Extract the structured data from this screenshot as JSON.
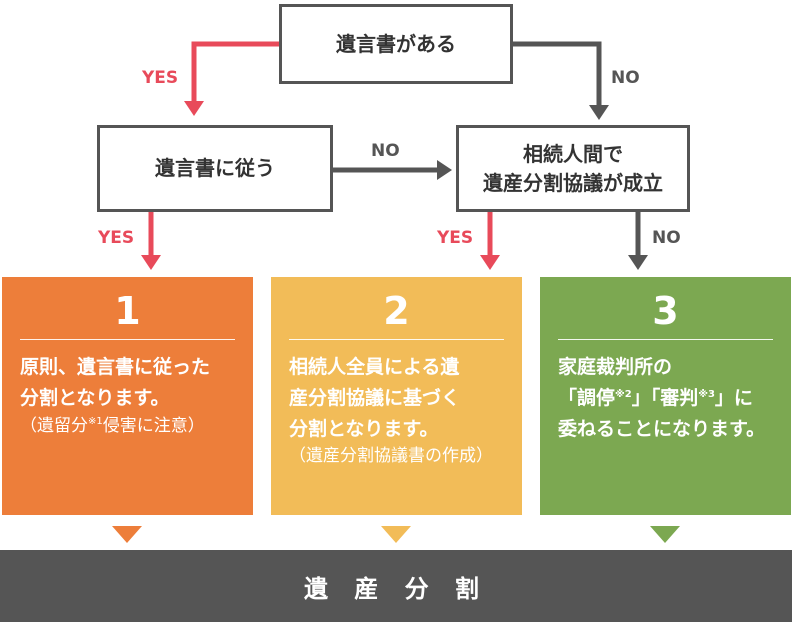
{
  "colors": {
    "yes": "#e84a5a",
    "no": "#555555",
    "card1": "#ed7e3a",
    "card2": "#f2bc58",
    "card3": "#7ca851",
    "bar": "#555555"
  },
  "nodes": {
    "has_will": "遺言書がある",
    "follow_will": "遺言書に従う",
    "agreement_line1": "相続人間で",
    "agreement_line2": "遺産分割協議が成立"
  },
  "labels": {
    "yes": "YES",
    "no": "NO"
  },
  "cards": [
    {
      "number": "1",
      "line1": "原則、遺言書に従った",
      "line2": "分割となります。",
      "note_before": "（遺留分",
      "note_mark": "※1",
      "note_after": "侵害に注意）"
    },
    {
      "number": "2",
      "line1": "相続人全員による遺",
      "line2": "産分割協議に基づく",
      "line3": "分割となります。",
      "note": "（遺産分割協議書の作成）"
    },
    {
      "number": "3",
      "line1": "家庭裁判所の",
      "l2_a": "「調停",
      "l2_mark_a": "※2",
      "l2_b": "」「審判",
      "l2_mark_b": "※3",
      "l2_c": "」に",
      "line3": "委ねることになります。"
    }
  ],
  "bottom_label": "遺 産 分 割"
}
